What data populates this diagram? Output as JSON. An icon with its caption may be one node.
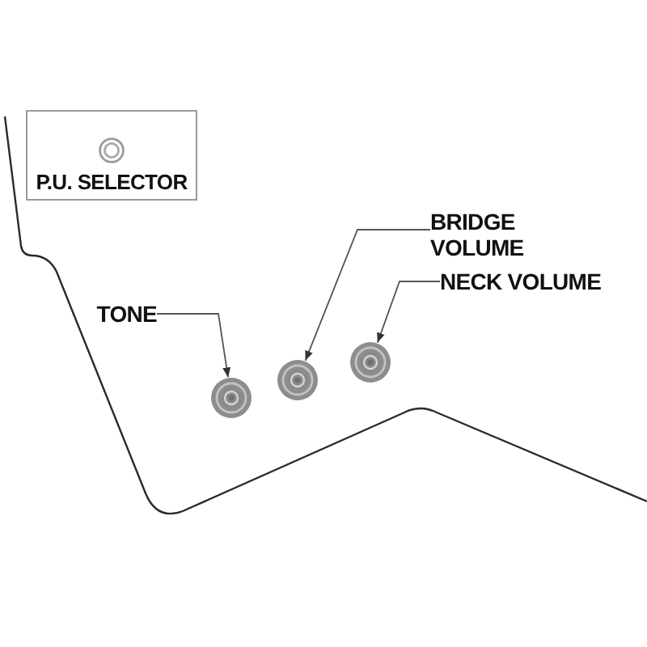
{
  "diagram": {
    "nodes": [
      {
        "text": [
          "P.U. SELECTOR"
        ]
      },
      {
        "text": [
          "TONE"
        ]
      },
      {
        "text": [],
        "shape": "circle"
      },
      {
        "text": [
          "BRIDGE VOLUME"
        ]
      },
      {
        "text": [],
        "shape": "circle"
      },
      {
        "text": [
          "NECK VOLUME"
        ]
      },
      {
        "text": [],
        "shape": "circle"
      }
    ],
    "edges": [
      {
        "from": 1,
        "to": 2,
        "arrow": "to"
      },
      {
        "from": 3,
        "to": 4,
        "arrow": "to"
      },
      {
        "from": 5,
        "to": 6,
        "arrow": "to"
      }
    ]
  }
}
